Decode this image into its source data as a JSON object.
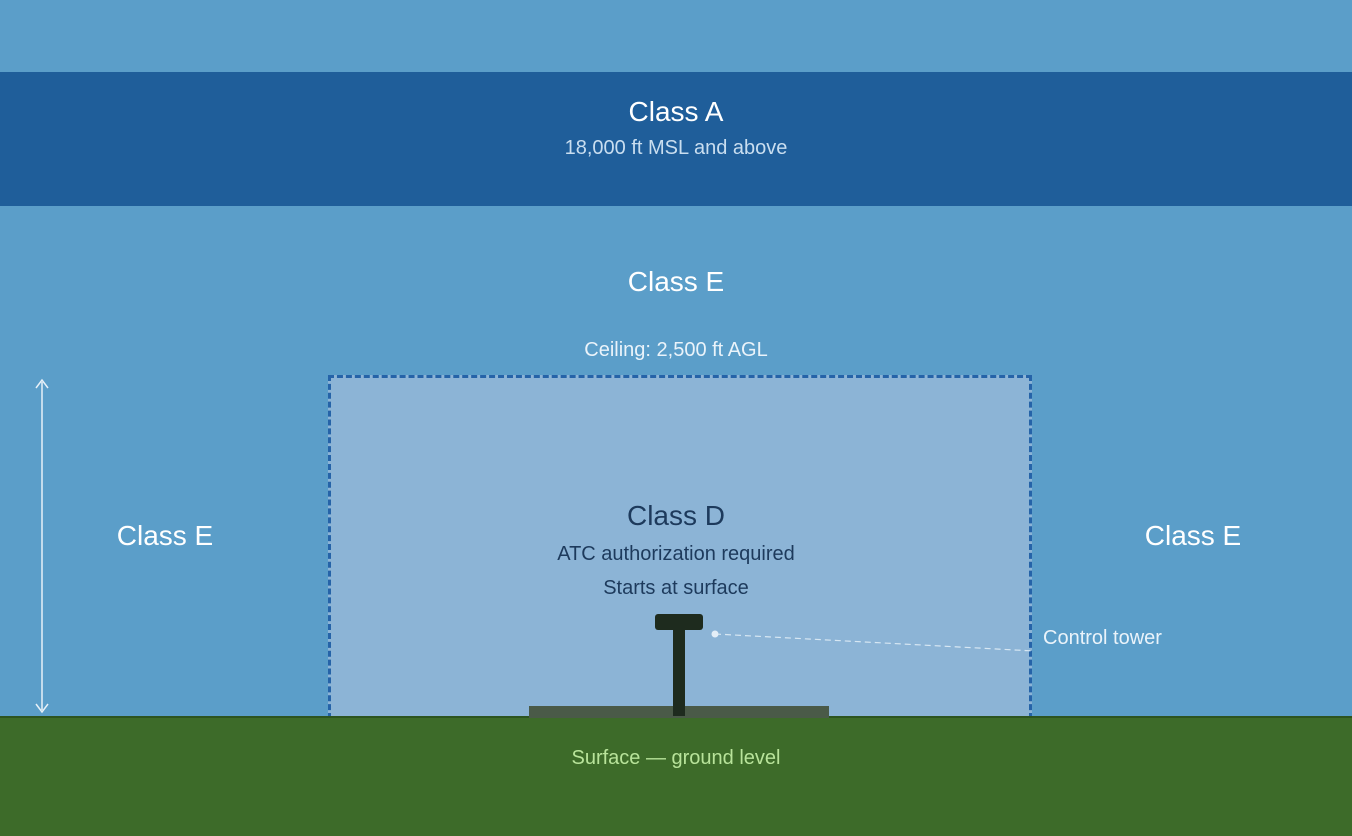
{
  "class_a": {
    "title": "Class A",
    "subtitle": "18,000 ft MSL and above"
  },
  "class_e_upper": {
    "title": "Class E"
  },
  "class_d": {
    "ceiling": "Ceiling: 2,500 ft AGL",
    "title": "Class D",
    "line1": "ATC authorization required",
    "line2": "Starts at surface"
  },
  "class_e_left": {
    "title": "Class E"
  },
  "class_e_right": {
    "title": "Class E"
  },
  "tower": {
    "label": "Control tower"
  },
  "ground": {
    "label": "Surface — ground level"
  },
  "colors": {
    "sky": "#5b9ec9",
    "class_a": "#1f5e9a",
    "class_d_fill": "#8cb4d6",
    "class_d_border": "#2563a8",
    "ground": "#3d6b29"
  }
}
